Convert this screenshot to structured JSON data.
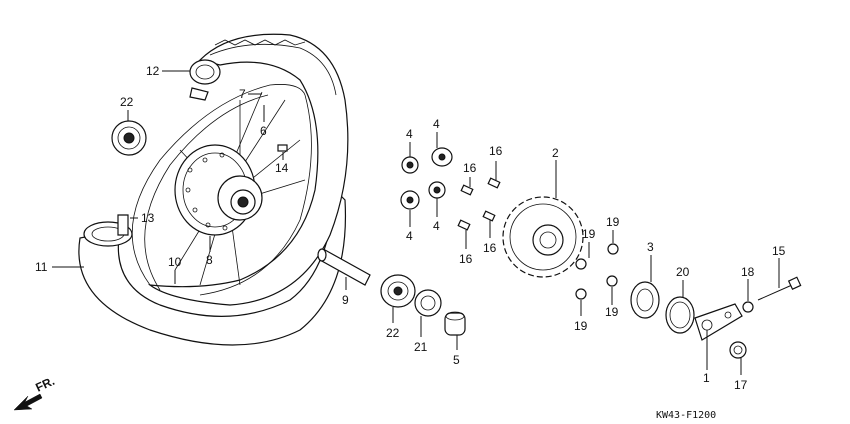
{
  "diagram": {
    "code": "KW43-F1200",
    "direction": "FR.",
    "callouts": {
      "c12": "12",
      "c22a": "22",
      "c7": "7",
      "c6": "6",
      "c14": "14",
      "c13": "13",
      "c11": "11",
      "c10": "10",
      "c8": "8",
      "c4a": "4",
      "c4b": "4",
      "c4c": "4",
      "c4d": "4",
      "c16a": "16",
      "c16b": "16",
      "c16c": "16",
      "c16d": "16",
      "c2": "2",
      "c9": "9",
      "c22b": "22",
      "c21": "21",
      "c5": "5",
      "c19a": "19",
      "c19b": "19",
      "c19c": "19",
      "c19d": "19",
      "c3": "3",
      "c20": "20",
      "c18": "18",
      "c15": "15",
      "c1": "1",
      "c17": "17"
    }
  }
}
